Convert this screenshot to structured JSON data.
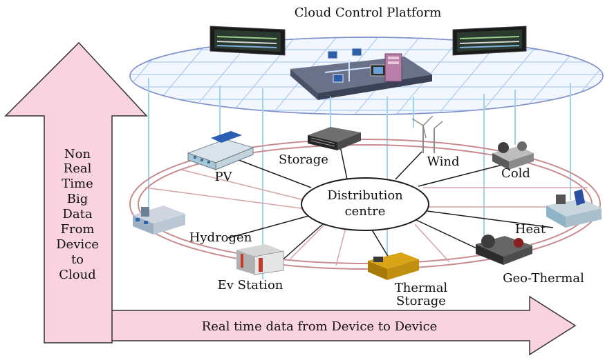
{
  "platform": {
    "title": "Cloud Control Platform"
  },
  "center": {
    "line1": "Distribution",
    "line2": "centre"
  },
  "nodes": {
    "pv": "PV",
    "storage": "Storage",
    "wind": "Wind",
    "cold": "Cold",
    "heat": "Heat",
    "geo_thermal": "Geo-Thermal",
    "thermal_storage_1": "Thermal",
    "thermal_storage_2": "Storage",
    "ev_station": "Ev Station",
    "hydrogen": "Hydrogen"
  },
  "vertical_arrow": {
    "lines": [
      "Non",
      "Real",
      "Time",
      "Big",
      "Data",
      "From",
      "Device",
      "to",
      "Cloud"
    ]
  },
  "horizontal_arrow": {
    "text": "Real time data from Device to Device"
  },
  "colors": {
    "arrow_fill": "#f9d3e0",
    "ring_stroke": "#c98a8e",
    "platform_grid": "#9cc3ee",
    "drop_lines": "#9fd2ec"
  }
}
